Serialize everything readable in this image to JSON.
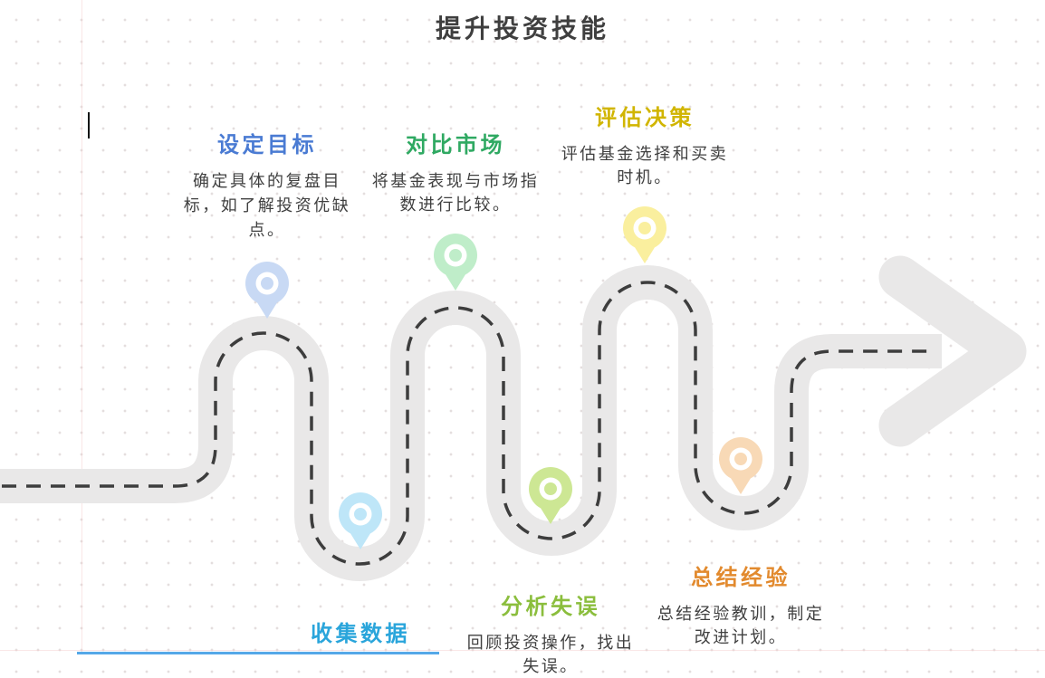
{
  "title": "提升投资技能",
  "colors": {
    "background": "#ffffff",
    "title_text": "#3f3f3f",
    "body_text": "#404040",
    "road": "#e9e8e8",
    "road_dash": "#3d3d3d",
    "dot_grid": "#e4dede",
    "guide_line": "#f3caca",
    "caret": "#111111",
    "selection_edge": "#55a8e8"
  },
  "milestones": [
    {
      "label": "设定目标",
      "label_color": "#4a7bd3",
      "pin_color": "#c8d9f4",
      "lines": [
        "确定具体的复盘目",
        "标，如了解投资优缺",
        "点。"
      ]
    },
    {
      "label": "收集数据",
      "label_color": "#2aa5db",
      "pin_color": "#bee6f8",
      "lines": []
    },
    {
      "label": "对比市场",
      "label_color": "#2fa962",
      "pin_color": "#bfedc9",
      "lines": [
        "将基金表现与市场指",
        "数进行比较。"
      ]
    },
    {
      "label": "分析失误",
      "label_color": "#8bbe3d",
      "pin_color": "#cde794",
      "lines": [
        "回顾投资操作，找出",
        "失误。"
      ]
    },
    {
      "label": "评估决策",
      "label_color": "#d1b500",
      "pin_color": "#faef9e",
      "lines": [
        "评估基金选择和买卖",
        "时机。"
      ]
    },
    {
      "label": "总结经验",
      "label_color": "#e28a2e",
      "pin_color": "#f8d9b6",
      "lines": [
        "总结经验教训，制定",
        "改进计划。"
      ]
    }
  ]
}
